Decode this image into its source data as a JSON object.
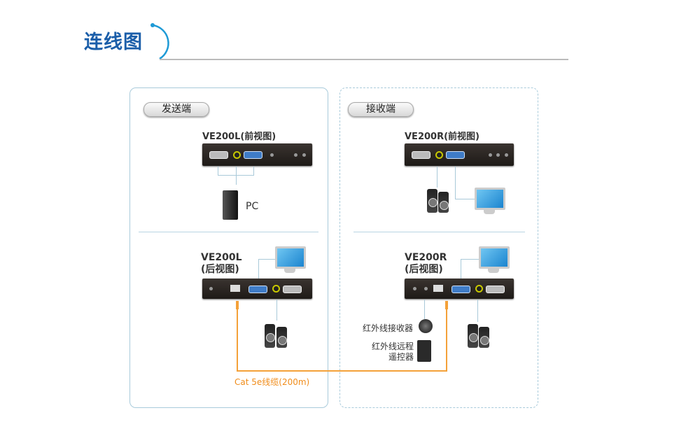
{
  "title": "连线图",
  "sender": {
    "label": "发送端",
    "front_title": "VE200L(前视图)",
    "pc_label": "PC",
    "rear_title_1": "VE200L",
    "rear_title_2": "(后视图)"
  },
  "receiver": {
    "label": "接收端",
    "front_title": "VE200R(前视图)",
    "rear_title_1": "VE200R",
    "rear_title_2": "(后视图)",
    "ir_receiver": "红外线接收器",
    "ir_remote_1": "红外线远程",
    "ir_remote_2": "遥控器"
  },
  "cable": {
    "label": "Cat 5e线缆(200m)"
  },
  "colors": {
    "title": "#1b5ea9",
    "arc": "#1e9ad6",
    "cable": "#f4a139",
    "panel_border": "#a9cbdb"
  }
}
